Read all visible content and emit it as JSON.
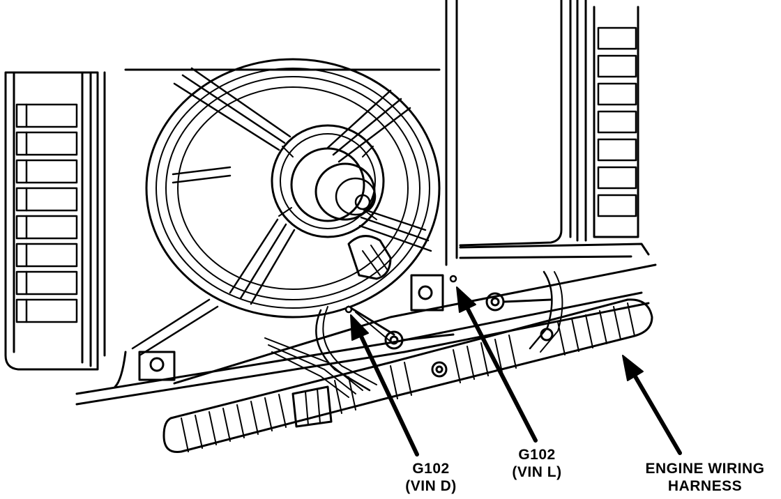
{
  "callouts": {
    "g102_vin_d": {
      "line1": "G102",
      "line2": "(VIN D)"
    },
    "g102_vin_l": {
      "line1": "G102",
      "line2": "(VIN L)"
    },
    "engine_wiring_harness": {
      "line1": "ENGINE WIRING",
      "line2": "HARNESS"
    }
  },
  "colors": {
    "ink": "#000000",
    "paper": "#ffffff"
  }
}
